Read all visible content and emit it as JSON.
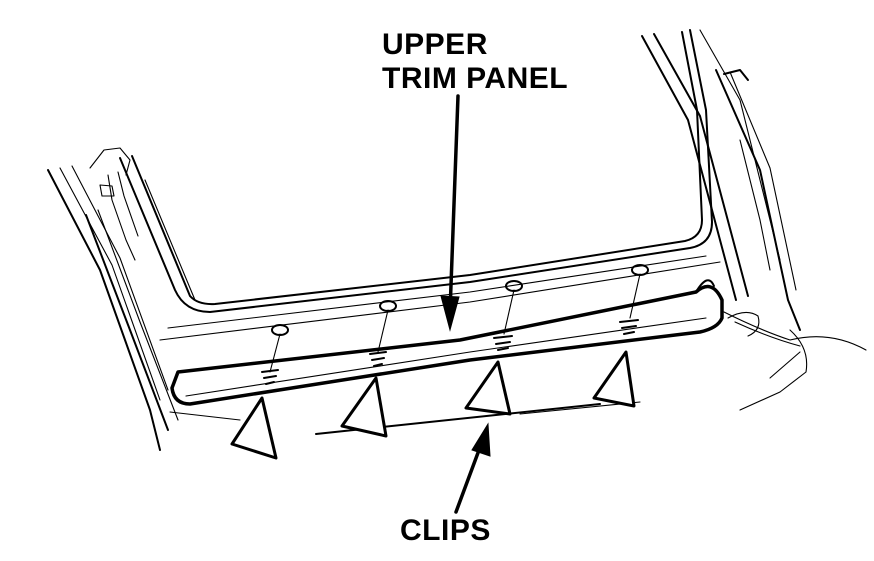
{
  "labels": {
    "upper_trim_panel_line1": "UPPER",
    "upper_trim_panel_line2": "TRIM PANEL",
    "clips": "CLIPS"
  },
  "parts": {
    "panel": "upper-trim-panel",
    "clip_count": 4
  }
}
